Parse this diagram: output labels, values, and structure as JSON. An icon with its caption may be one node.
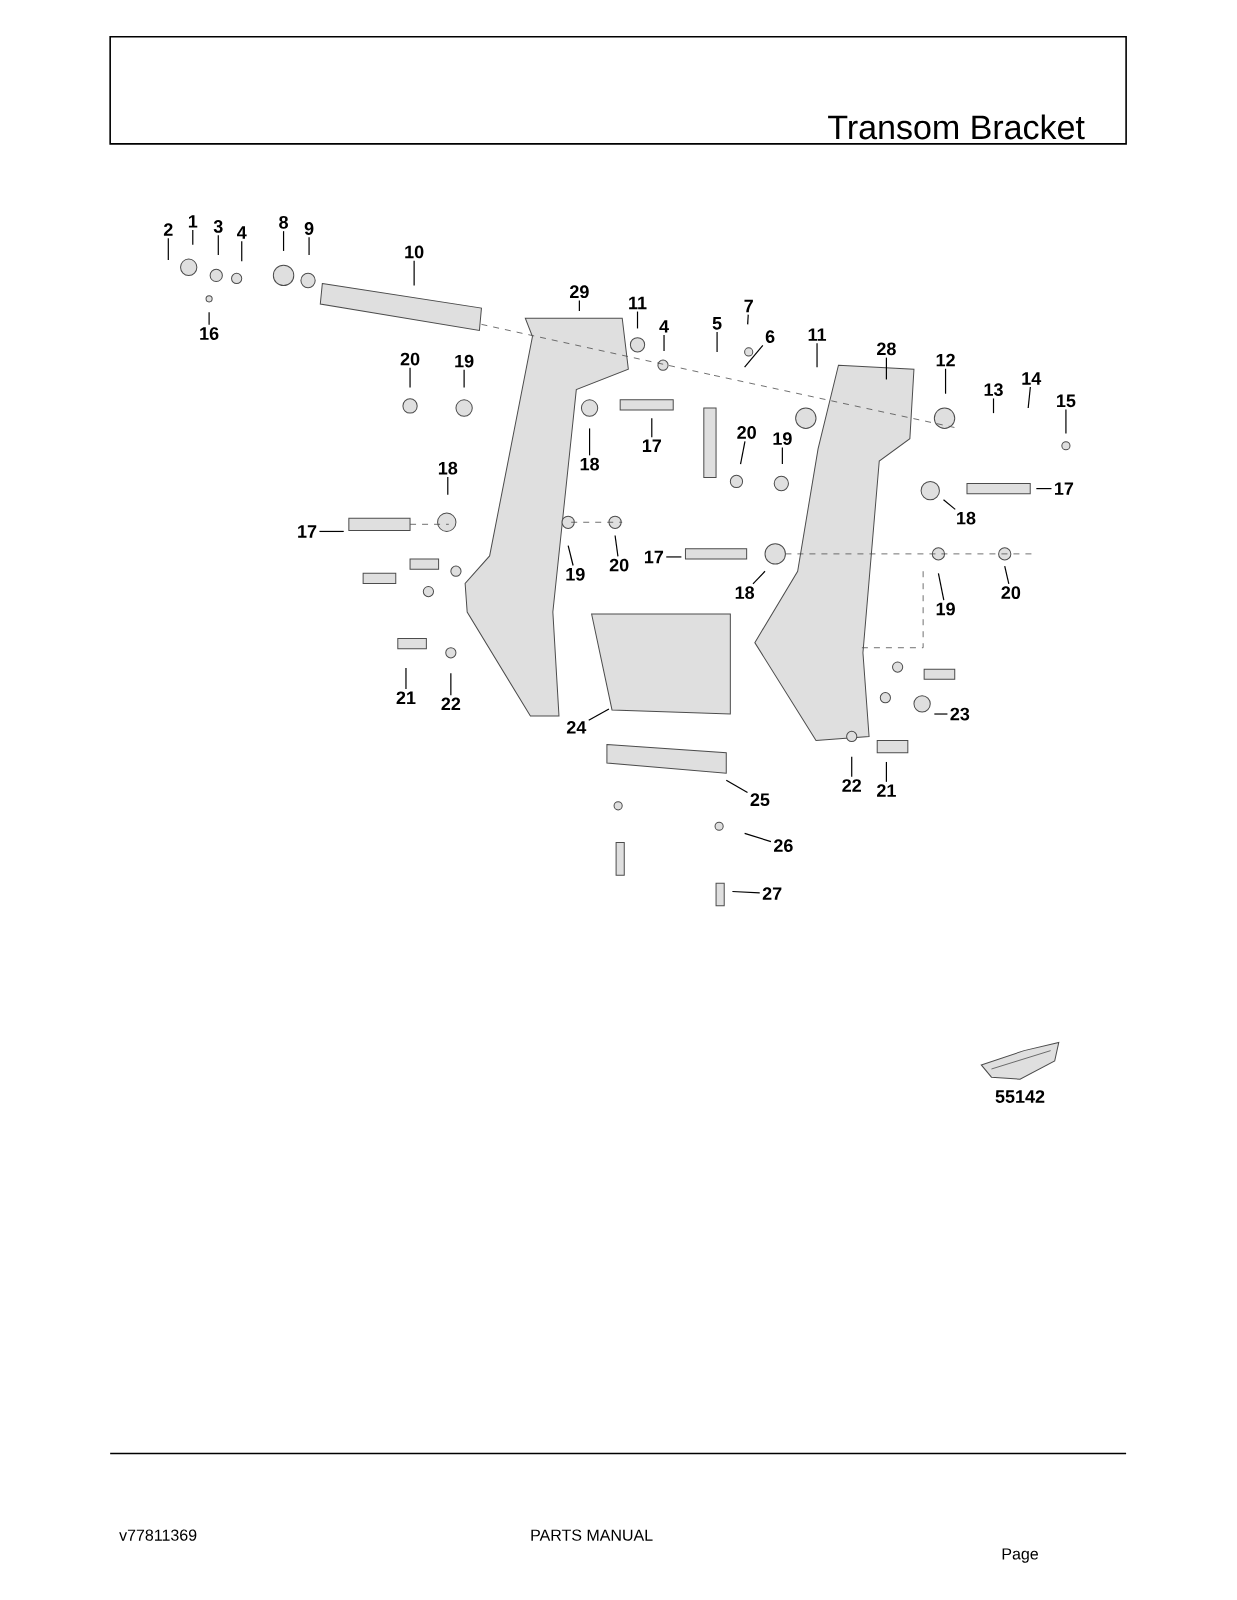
{
  "diagram": {
    "title": "Transom Bracket",
    "nodes": [
      {
        "text": [
          "2"
        ]
      },
      {
        "text": [
          "1"
        ]
      },
      {
        "text": [
          "3"
        ]
      },
      {
        "text": [
          "4"
        ]
      },
      {
        "text": [
          "8"
        ]
      },
      {
        "text": [
          "9"
        ]
      },
      {
        "text": [
          "10"
        ]
      },
      {
        "text": [
          "16"
        ]
      },
      {
        "text": [
          "29"
        ]
      },
      {
        "text": [
          "11"
        ]
      },
      {
        "text": [
          "4"
        ]
      },
      {
        "text": [
          "5"
        ]
      },
      {
        "text": [
          "7"
        ]
      },
      {
        "text": [
          "6"
        ]
      },
      {
        "text": [
          "11"
        ]
      },
      {
        "text": [
          "28"
        ]
      },
      {
        "text": [
          "12"
        ]
      },
      {
        "text": [
          "13"
        ]
      },
      {
        "text": [
          "14"
        ]
      },
      {
        "text": [
          "15"
        ]
      },
      {
        "text": [
          "20"
        ]
      },
      {
        "text": [
          "19"
        ]
      },
      {
        "text": [
          "17"
        ]
      },
      {
        "text": [
          "18"
        ]
      },
      {
        "text": [
          "20"
        ]
      },
      {
        "text": [
          "19"
        ]
      },
      {
        "text": [
          "18"
        ]
      },
      {
        "text": [
          "17"
        ]
      },
      {
        "text": [
          "19"
        ]
      },
      {
        "text": [
          "20"
        ]
      },
      {
        "text": [
          "18"
        ]
      },
      {
        "text": [
          "17"
        ]
      },
      {
        "text": [
          "17"
        ]
      },
      {
        "text": [
          "18"
        ]
      },
      {
        "text": [
          "19"
        ]
      },
      {
        "text": [
          "20"
        ]
      },
      {
        "text": [
          "21"
        ]
      },
      {
        "text": [
          "22"
        ]
      },
      {
        "text": [
          "24"
        ]
      },
      {
        "text": [
          "23"
        ]
      },
      {
        "text": [
          "25"
        ]
      },
      {
        "text": [
          "22"
        ]
      },
      {
        "text": [
          "21"
        ]
      },
      {
        "text": [
          "26"
        ]
      },
      {
        "text": [
          "27"
        ]
      }
    ],
    "edges": [
      {
        "from": 0,
        "to": null,
        "arrow": "none"
      },
      {
        "from": 1,
        "to": null,
        "arrow": "none"
      },
      {
        "from": 2,
        "to": null,
        "arrow": "none"
      },
      {
        "from": 3,
        "to": null,
        "arrow": "none"
      },
      {
        "from": 4,
        "to": null,
        "arrow": "none"
      },
      {
        "from": 5,
        "to": null,
        "arrow": "none"
      },
      {
        "from": 6,
        "to": null,
        "arrow": "none"
      },
      {
        "from": 7,
        "to": null,
        "arrow": "none"
      },
      {
        "from": 8,
        "to": null,
        "arrow": "none"
      },
      {
        "from": 9,
        "to": null,
        "arrow": "none"
      },
      {
        "from": 10,
        "to": null,
        "arrow": "none"
      },
      {
        "from": 11,
        "to": null,
        "arrow": "none"
      },
      {
        "from": 12,
        "to": null,
        "arrow": "none"
      },
      {
        "from": 13,
        "to": null,
        "arrow": "none"
      },
      {
        "from": 14,
        "to": null,
        "arrow": "none"
      },
      {
        "from": 15,
        "to": null,
        "arrow": "none"
      },
      {
        "from": 16,
        "to": null,
        "arrow": "none"
      },
      {
        "from": 17,
        "to": null,
        "arrow": "none"
      },
      {
        "from": 18,
        "to": null,
        "arrow": "none"
      },
      {
        "from": 19,
        "to": null,
        "arrow": "none"
      },
      {
        "from": 20,
        "to": null,
        "arrow": "none"
      },
      {
        "from": 21,
        "to": null,
        "arrow": "none"
      },
      {
        "from": 22,
        "to": null,
        "arrow": "none"
      },
      {
        "from": 23,
        "to": null,
        "arrow": "none"
      },
      {
        "from": 24,
        "to": null,
        "arrow": "none"
      },
      {
        "from": 25,
        "to": null,
        "arrow": "none"
      },
      {
        "from": 26,
        "to": null,
        "arrow": "none"
      },
      {
        "from": 27,
        "to": null,
        "arrow": "none"
      },
      {
        "from": 28,
        "to": null,
        "arrow": "none"
      },
      {
        "from": 29,
        "to": null,
        "arrow": "none"
      },
      {
        "from": 30,
        "to": null,
        "arrow": "none"
      },
      {
        "from": 31,
        "to": null,
        "arrow": "none"
      },
      {
        "from": 32,
        "to": null,
        "arrow": "none"
      },
      {
        "from": 33,
        "to": null,
        "arrow": "none"
      },
      {
        "from": 34,
        "to": null,
        "arrow": "none"
      },
      {
        "from": 35,
        "to": null,
        "arrow": "none"
      },
      {
        "from": 36,
        "to": null,
        "arrow": "none"
      },
      {
        "from": 37,
        "to": null,
        "arrow": "none"
      },
      {
        "from": 38,
        "to": null,
        "arrow": "none"
      },
      {
        "from": 39,
        "to": null,
        "arrow": "none"
      },
      {
        "from": 40,
        "to": null,
        "arrow": "none"
      },
      {
        "from": 41,
        "to": null,
        "arrow": "none"
      },
      {
        "from": 42,
        "to": null,
        "arrow": "none"
      },
      {
        "from": 43,
        "to": null,
        "arrow": "none"
      },
      {
        "from": 44,
        "to": null,
        "arrow": "none"
      }
    ],
    "labels": [
      "55142",
      "v77811369",
      "PARTS MANUAL",
      "Page"
    ]
  }
}
